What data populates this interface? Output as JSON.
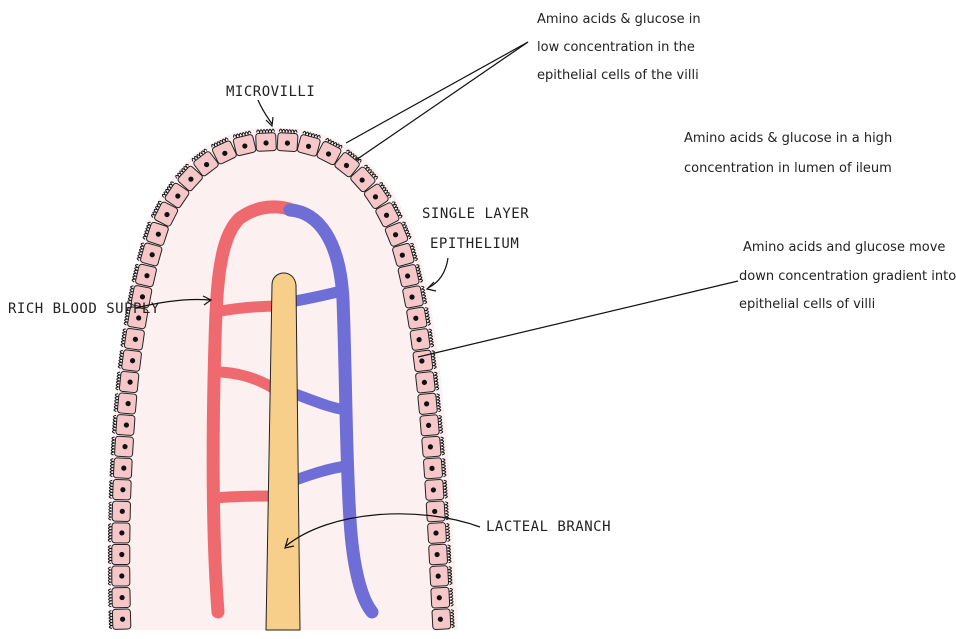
{
  "labels": {
    "microvilli": "MICROVILLI",
    "single_layer_line1": "SINGLE LAYER",
    "single_layer_line2": "EPITHELIUM",
    "rich_blood_supply": "RICH BLOOD SUPPLY",
    "lacteal_branch": "LACTEAL BRANCH"
  },
  "notes": {
    "low_concentration": [
      "Amino acids & glucose in",
      "low concentration in the",
      "epithelial cells of the villi"
    ],
    "high_concentration": [
      "Amino acids & glucose in a high",
      "concentration in lumen of ileum"
    ],
    "gradient": [
      "Amino acids and glucose move",
      "down concentration gradient into",
      "epithelial cells of villi"
    ]
  },
  "colors": {
    "villus_fill": "#fdf0f1",
    "cell_fill": "#f6c7c8",
    "cell_stroke": "#222222",
    "artery": "#ee6a6f",
    "vein": "#6f6ed6",
    "lacteal": "#f8cf8a"
  }
}
